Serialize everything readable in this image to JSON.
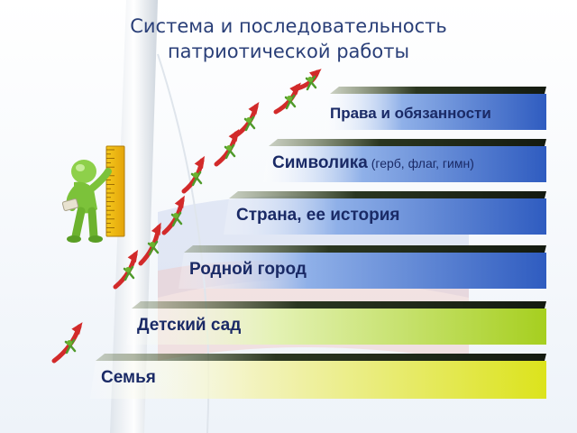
{
  "title": {
    "line1": "Система и последовательность",
    "line2": "патриотической работы"
  },
  "steps": [
    {
      "label": "Семья",
      "note": ""
    },
    {
      "label": "Детский сад",
      "note": ""
    },
    {
      "label": "Родной город",
      "note": ""
    },
    {
      "label": "Страна, ее история",
      "note": ""
    },
    {
      "label": "Символика",
      "note": "(герб, флаг, гимн)"
    },
    {
      "label": "Права и обязанности",
      "note": ""
    }
  ],
  "colors": {
    "blue_step": "#3b68c4",
    "green_step": "#b8da3a",
    "step_top": "#1f2a1a",
    "text": "#1a2a66",
    "arrow": "#d22a2a",
    "figure": "#7cc23a"
  },
  "icons": [
    "ruler-icon",
    "green-figure-icon",
    "climber-arrow-icon"
  ]
}
